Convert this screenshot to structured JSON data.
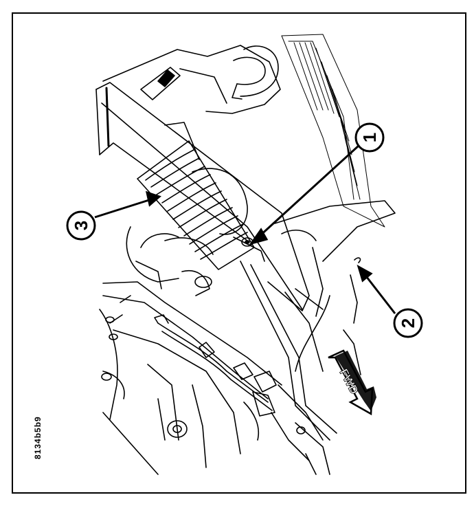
{
  "figure": {
    "code": "8134b5b9",
    "fwd_label": "FWD"
  },
  "callouts": [
    {
      "id": "1",
      "label": "1"
    },
    {
      "id": "2",
      "label": "2"
    },
    {
      "id": "3",
      "label": "3"
    }
  ],
  "colors": {
    "ink": "#000000",
    "paper": "#ffffff"
  }
}
